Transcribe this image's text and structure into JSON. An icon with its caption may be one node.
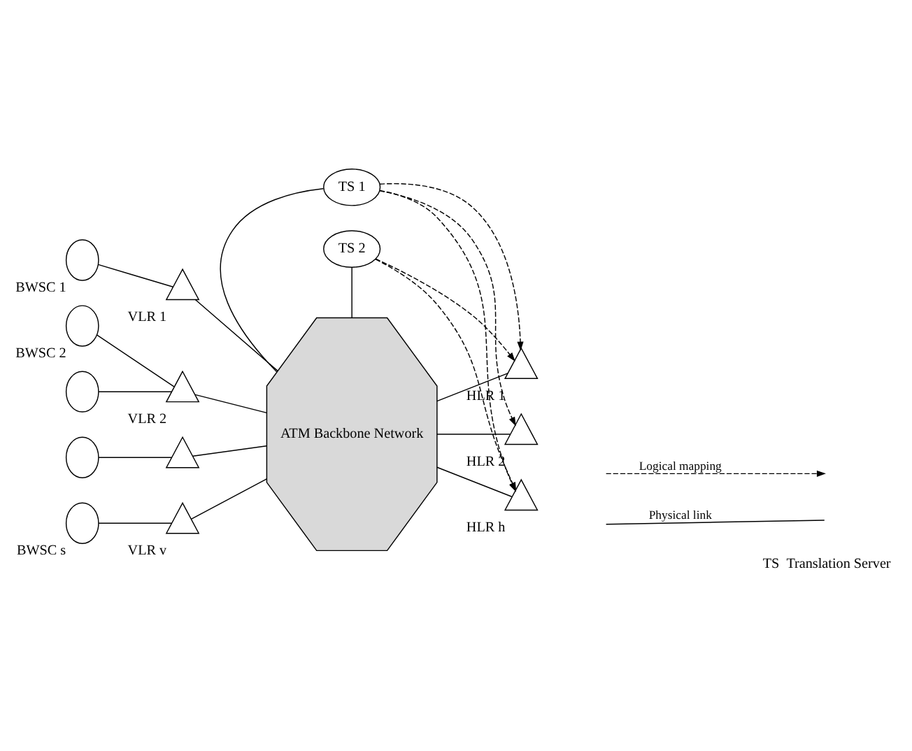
{
  "diagram": {
    "nodes": [
      {
        "text": [
          "TS 1"
        ]
      },
      {
        "text": [
          "ATM Backbone Network"
        ]
      },
      {
        "text": [],
        "shape": "circle",
        "beside": [
          "BWSC 1"
        ]
      },
      {
        "text": [],
        "shape": "triangle",
        "beside": [
          "VLR 1"
        ]
      },
      {
        "text": [],
        "shape": "circle",
        "beside": [
          "BWSC 2"
        ]
      },
      {
        "text": [],
        "shape": "triangle",
        "beside": [
          "VLR 2"
        ]
      },
      {
        "text": [],
        "shape": "circle"
      },
      {
        "text": [],
        "shape": "circle"
      },
      {
        "text": [],
        "shape": "triangle"
      },
      {
        "text": [],
        "shape": "circle",
        "beside": [
          "BWSC s"
        ]
      },
      {
        "text": [],
        "shape": "triangle",
        "beside": [
          "VLR v"
        ]
      },
      {
        "text": [],
        "shape": "triangle",
        "beside": [
          "HLR 1"
        ]
      },
      {
        "text": [],
        "shape": "triangle",
        "beside": [
          "HLR 2"
        ]
      },
      {
        "text": [],
        "shape": "triangle",
        "beside": [
          "HLR h"
        ]
      },
      {
        "text": [
          "TS 2"
        ]
      }
    ],
    "edges": [
      {
        "from": 0,
        "to": 1,
        "arrow": "none"
      },
      {
        "from": 2,
        "to": 3,
        "arrow": "none"
      },
      {
        "from": 4,
        "to": 5,
        "arrow": "none"
      },
      {
        "from": 6,
        "to": 5,
        "arrow": "none"
      },
      {
        "from": 7,
        "to": 8,
        "arrow": "none"
      },
      {
        "from": 9,
        "to": 10,
        "arrow": "none"
      },
      {
        "from": 3,
        "to": 1,
        "arrow": "none"
      },
      {
        "from": 5,
        "to": 1,
        "arrow": "none"
      },
      {
        "from": 8,
        "to": 1,
        "arrow": "none"
      },
      {
        "from": 10,
        "to": 1,
        "arrow": "none"
      },
      {
        "from": 1,
        "to": 11,
        "arrow": "none"
      },
      {
        "from": 1,
        "to": 12,
        "arrow": "none"
      },
      {
        "from": 1,
        "to": 13,
        "arrow": "none"
      },
      {
        "from": 14,
        "to": 1,
        "arrow": "none"
      },
      {
        "from": 0,
        "to": 11,
        "arrow": "to",
        "style": "dashed"
      },
      {
        "from": 0,
        "to": 12,
        "arrow": "to",
        "style": "dashed"
      },
      {
        "from": 0,
        "to": 13,
        "arrow": "to",
        "style": "dashed"
      },
      {
        "from": 14,
        "to": 11,
        "arrow": "to",
        "style": "dashed"
      },
      {
        "from": 14,
        "to": 13,
        "arrow": "to",
        "style": "dashed"
      }
    ],
    "labels": [
      "TS",
      "Translation Server"
    ],
    "legend": [
      {
        "text": "Logical mapping"
      },
      {
        "text": "Physical link"
      }
    ]
  }
}
